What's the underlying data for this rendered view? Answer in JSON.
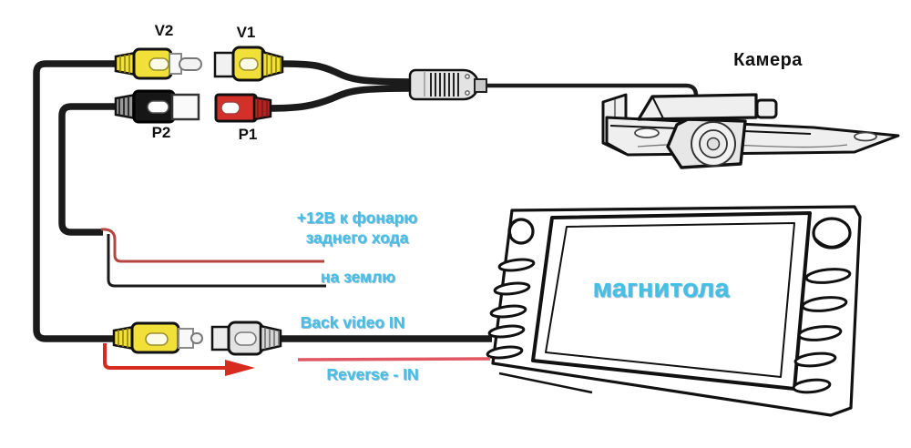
{
  "labels": {
    "v2": "V2",
    "v1": "V1",
    "p2": "P2",
    "p1": "P1",
    "camera": "Камера",
    "head_unit": "магнитола",
    "power_12v": "+12В к фонарю заднего хода",
    "ground": "на землю",
    "back_video_in": "Back video IN",
    "reverse_in": "Reverse - IN"
  },
  "colors": {
    "annotation_cyan": "#44c0e8",
    "label_black": "#111111",
    "cable_black": "#1b1b1b",
    "connector_yellow": "#f2e03a",
    "connector_red": "#d3302a",
    "connector_black": "#161616",
    "connector_gray": "#e3e3e3",
    "wire_power_red": "#b5453e",
    "arrow_red": "#d62b1e",
    "reverse_line_red": "#e25764",
    "background": "#ffffff"
  },
  "connectors": {
    "v2": {
      "label": "V2",
      "type": "rca-male-plug",
      "color": "yellow"
    },
    "v1": {
      "label": "V1",
      "type": "rca-female-jack",
      "color": "yellow"
    },
    "p2": {
      "label": "P2",
      "type": "power-plug",
      "color": "black"
    },
    "p1": {
      "label": "P1",
      "type": "power-jack",
      "color": "red"
    },
    "back_video_plug": {
      "type": "rca-male-plug",
      "color": "yellow"
    },
    "back_video_jack": {
      "type": "rca-female-jack",
      "color": "gray"
    }
  }
}
